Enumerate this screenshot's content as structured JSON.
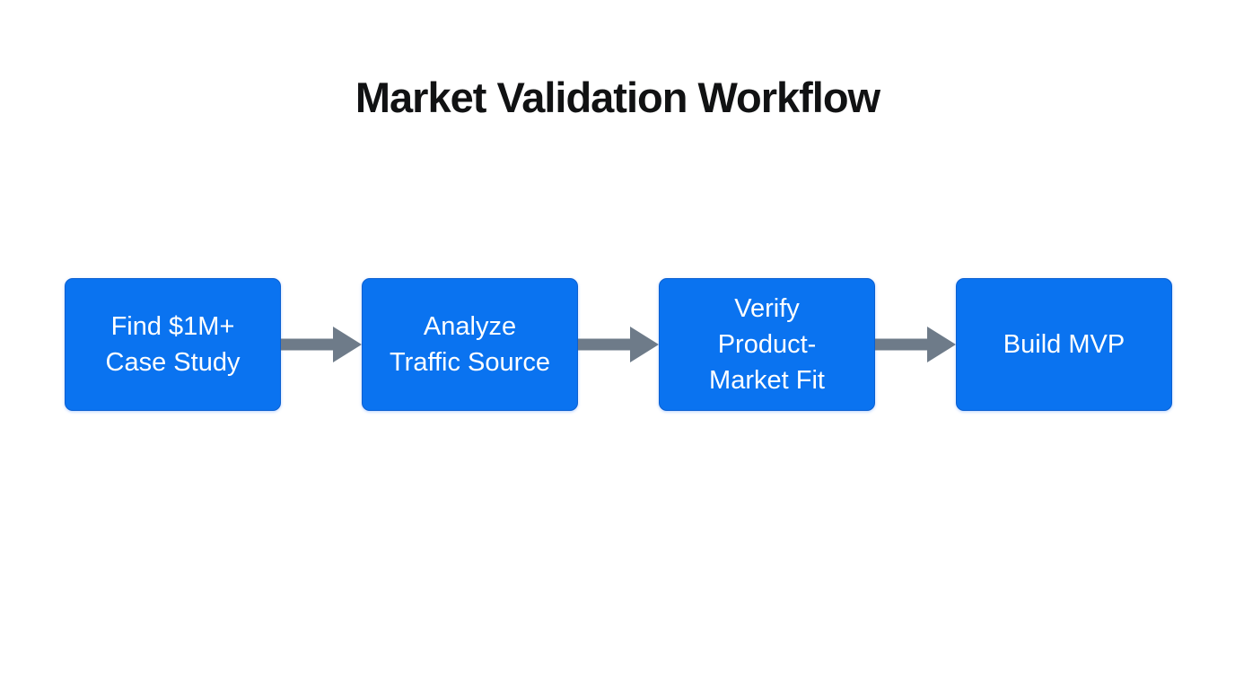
{
  "title": "Market Validation Workflow",
  "diagram": {
    "type": "flowchart",
    "direction": "left-to-right",
    "nodes": [
      {
        "id": "step-1",
        "label": "Find $1M+\nCase Study"
      },
      {
        "id": "step-2",
        "label": "Analyze\nTraffic Source"
      },
      {
        "id": "step-3",
        "label": "Verify\nProduct-\nMarket Fit"
      },
      {
        "id": "step-4",
        "label": "Build MVP"
      }
    ],
    "connectors": [
      {
        "from": "step-1",
        "to": "step-2",
        "shape": "arrow-right"
      },
      {
        "from": "step-2",
        "to": "step-3",
        "shape": "arrow-right"
      },
      {
        "from": "step-3",
        "to": "step-4",
        "shape": "arrow-right"
      }
    ]
  },
  "colors": {
    "background": "#ffffff",
    "node_fill": "#0a73f0",
    "node_border": "#0a5fd1",
    "node_text": "#ffffff",
    "arrow": "#6e7b89",
    "title_text": "#111213"
  }
}
